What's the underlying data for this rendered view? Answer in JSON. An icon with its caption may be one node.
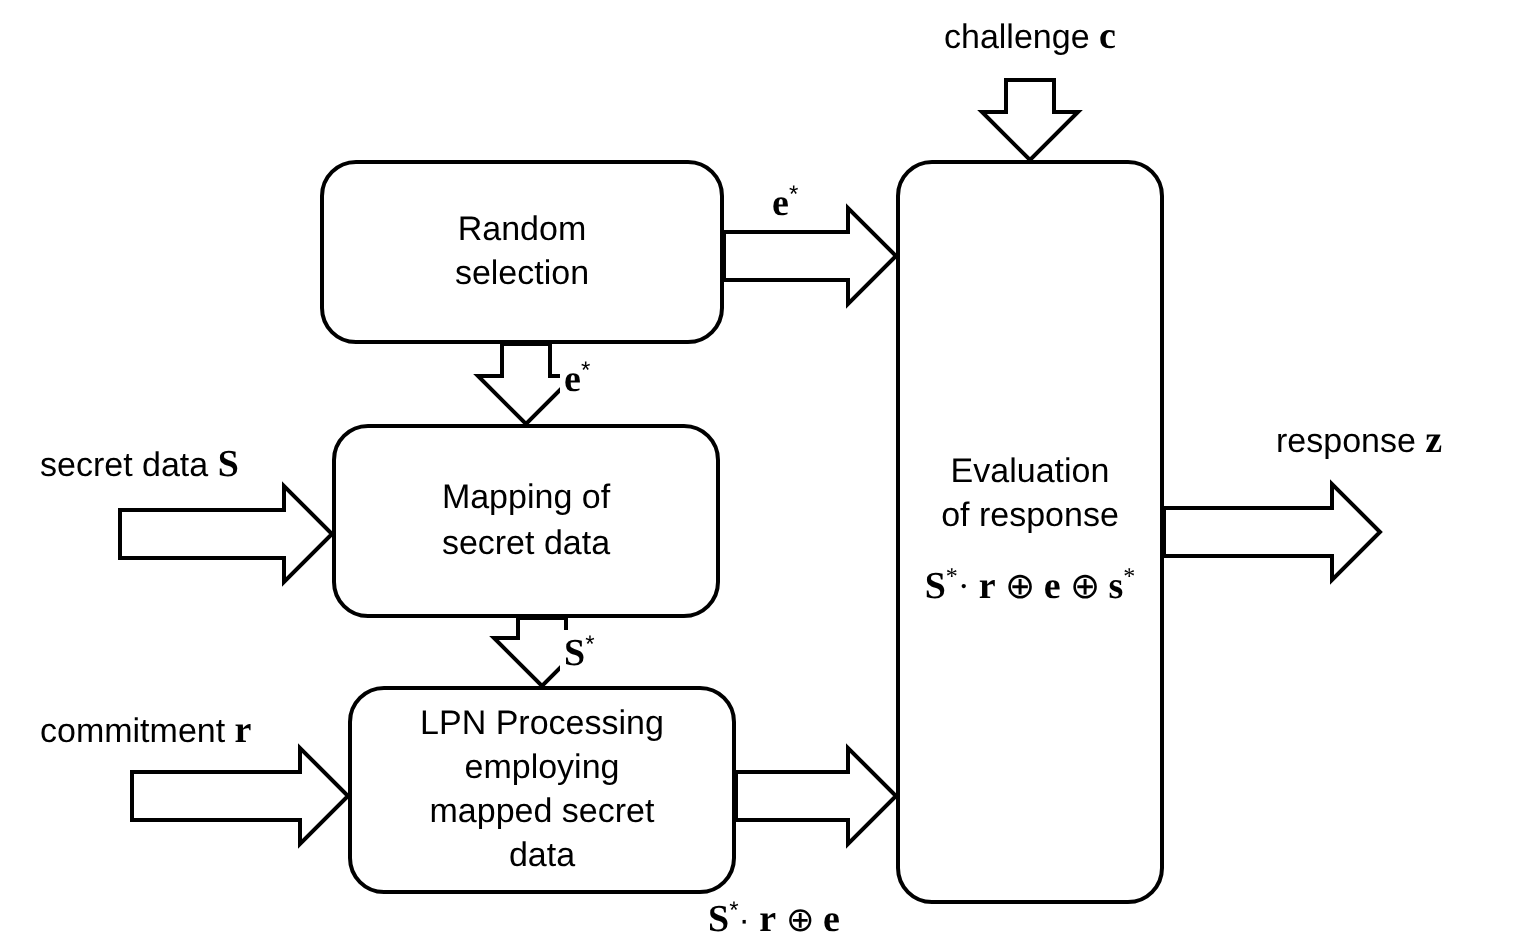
{
  "diagram": {
    "nodes": [
      {
        "text": [
          "Random selection"
        ]
      },
      {
        "text": [
          "Mapping of secret data"
        ]
      },
      {
        "text": [
          "LPN Processing employing mapped secret data"
        ]
      },
      {
        "text": [
          "Evaluation of response",
          "**S**$^{*}$· **r** ⊕ **e** ⊕ **s**$^{*}$"
        ]
      }
    ],
    "edges": [
      {
        "from": null,
        "to": 3,
        "arrow": "to",
        "label": "challenge **c**"
      },
      {
        "from": 0,
        "to": 3,
        "arrow": "to",
        "label": "**e**$^{*}$"
      },
      {
        "from": 0,
        "to": 1,
        "arrow": "to",
        "label": "**e**$^{*}$"
      },
      {
        "from": null,
        "to": 1,
        "arrow": "to",
        "label": "secret data **S**"
      },
      {
        "from": 1,
        "to": 2,
        "arrow": "to",
        "label": "**S**$^{*}$"
      },
      {
        "from": null,
        "to": 2,
        "arrow": "to",
        "label": "commitment **r**"
      },
      {
        "from": 2,
        "to": 3,
        "arrow": "to",
        "label": "**S**$^{*}$· **r** ⊕ **e**"
      },
      {
        "from": 3,
        "to": null,
        "arrow": "to",
        "label": "response **z**"
      }
    ]
  }
}
